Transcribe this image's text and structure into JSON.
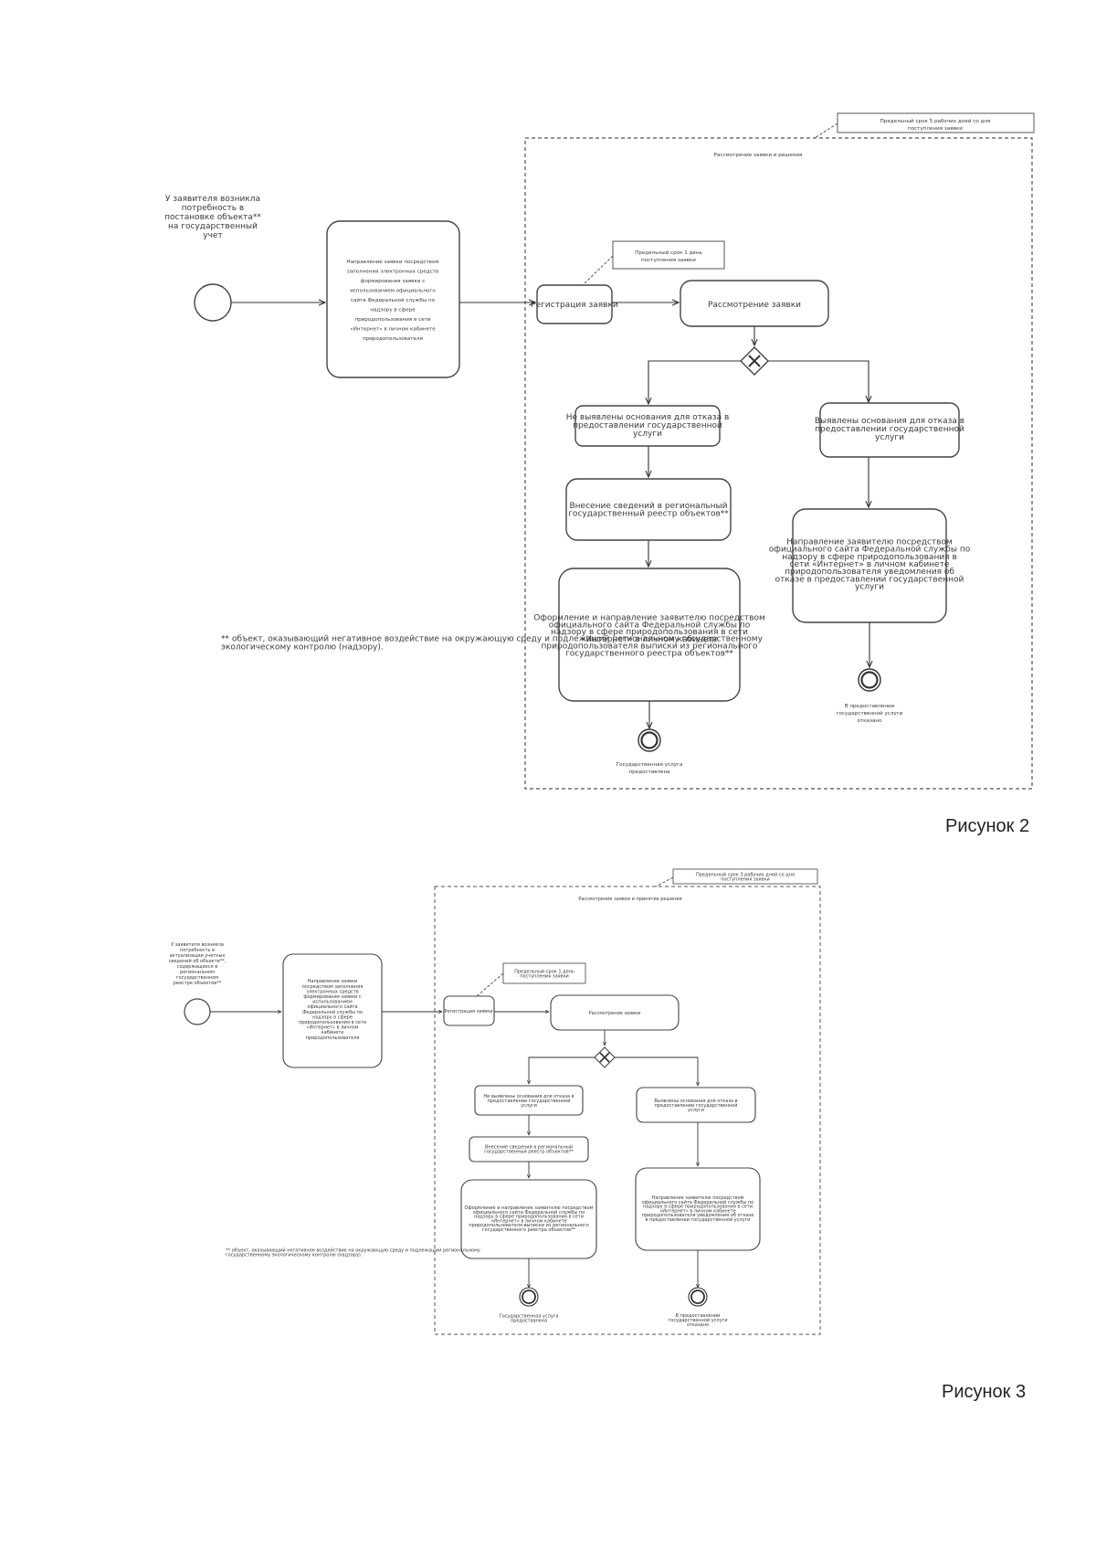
{
  "captions": {
    "figure2": "Рисунок 2",
    "figure3": "Рисунок 3"
  },
  "fig2": {
    "deadline": "Предельный срок 5 рабочих дней со дня поступления заявки",
    "scope": "Рассмотрение заявки и решения",
    "start_note": "У заявителя возникла потребность в постановке объекта** на государственный учет",
    "submit": "Направление заявки посредством заполнения электронных средств формирования заявки с использованием официального сайта Федеральной службы по надзору в сфере природопользования в сети «Интернет» в личном кабинете природопользователя",
    "reg_deadline": "Предельный срок 1 день поступления заявки",
    "register": "Регистрация заявки",
    "review": "Рассмотрение заявки",
    "no_grounds": "Не выявлены основания для отказа в предоставлении государственной услуги",
    "grounds": "Выявлены основания для отказа в предоставлении государственной услуги",
    "add_info": "Внесение сведений в региональный государственный реестр объектов**",
    "issue": "Оформление и направление заявителю посредством официального сайта Федеральной службы по надзору в сфере природопользования в сети «Интернет» в личном кабинете природопользователя выписки из регионального государственного реестра объектов**",
    "refusal_notice": "Направление заявителю посредством официального сайта Федеральной службы по надзору в сфере природопользования в сети «Интернет» в личном кабинете природопользователя уведомления об отказе в предоставлении государственной услуги",
    "end_ok": "Государственная услуга предоставлена",
    "end_refused": "В предоставлении государственной услуги отказано",
    "footnote": "** объект, оказывающий негативное воздействие на окружающую среду и подлежащий региональному государственному экологическому контролю (надзору)."
  },
  "fig3": {
    "deadline": "Предельный срок 3 рабочих дней со дня поступления заявки",
    "scope": "Рассмотрение заявки и принятие решения",
    "start_note": "У заявителя возникла потребность в актуализации учетных сведений об объекте**, содержащихся в региональном государственном реестре объектов**",
    "submit": "Направление заявки посредством заполнения электронных средств формирования заявки с использованием официального сайта Федеральной службы по надзору в сфере природопользования в сети «Интернет» в личном кабинете природопользователя",
    "reg_deadline": "Предельный срок 1 день поступления заявки",
    "register": "Регистрация заявки",
    "review": "Рассмотрение заявки",
    "no_grounds": "Не выявлены основания для отказа в предоставлении государственной услуги",
    "grounds": "Выявлены основания для отказа в предоставлении государственной услуги",
    "add_info": "Внесение сведений в региональный государственный реестр объектов**",
    "issue": "Оформление и направление заявителю посредством официального сайта Федеральной службы по надзору в сфере природопользования в сети «Интернет» в личном кабинете природопользователя выписки из регионального государственного реестра объектов**",
    "refusal_notice": "Направление заявителю посредством официального сайта Федеральной службы по надзору в сфере природопользования в сети «Интернет» в личном кабинете природопользователя уведомления об отказе в предоставлении государственной услуги",
    "end_ok": "Государственная услуга предоставлена",
    "end_refused": "В предоставлении государственной услуги отказано",
    "footnote": "** объект, оказывающий негативное воздействие на окружающую среду и подлежащий региональному государственному экологическому контролю (надзору)."
  }
}
